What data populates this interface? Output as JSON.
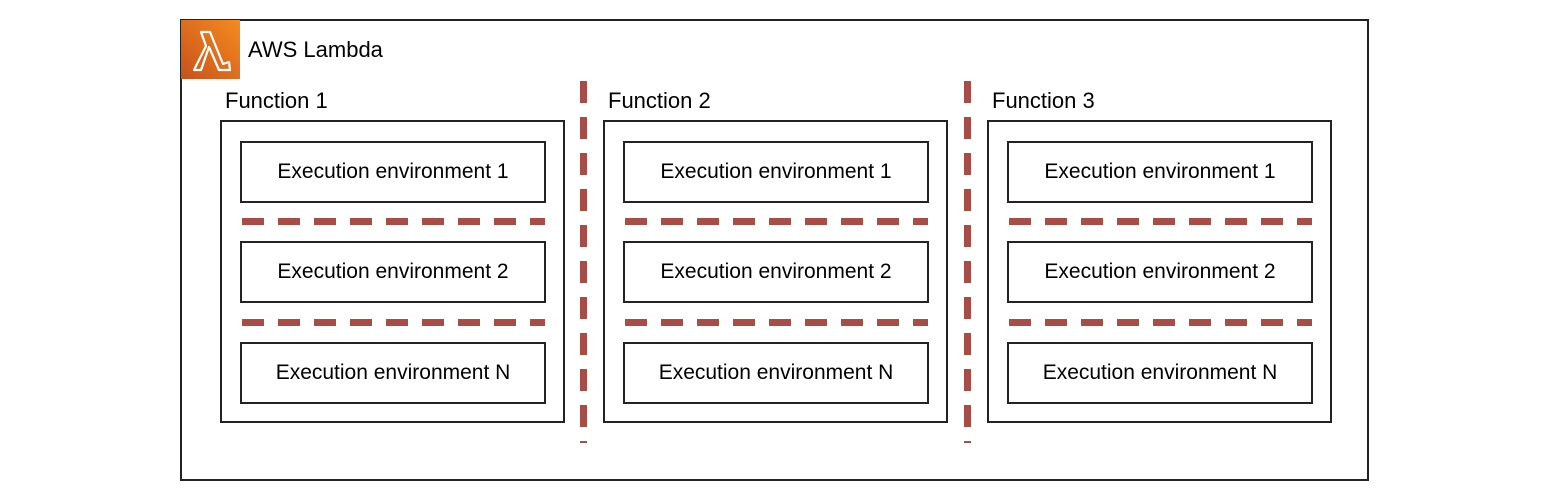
{
  "service": {
    "title": "AWS Lambda",
    "logo_icon": "aws-lambda-icon",
    "logo_color": "#d86613",
    "separator_color": "#a94c45"
  },
  "functions": [
    {
      "label": "Function 1",
      "environments": [
        "Execution environment 1",
        "Execution environment 2",
        "Execution environment N"
      ]
    },
    {
      "label": "Function 2",
      "environments": [
        "Execution environment 1",
        "Execution environment 2",
        "Execution environment N"
      ]
    },
    {
      "label": "Function 3",
      "environments": [
        "Execution environment 1",
        "Execution environment 2",
        "Execution environment N"
      ]
    }
  ]
}
